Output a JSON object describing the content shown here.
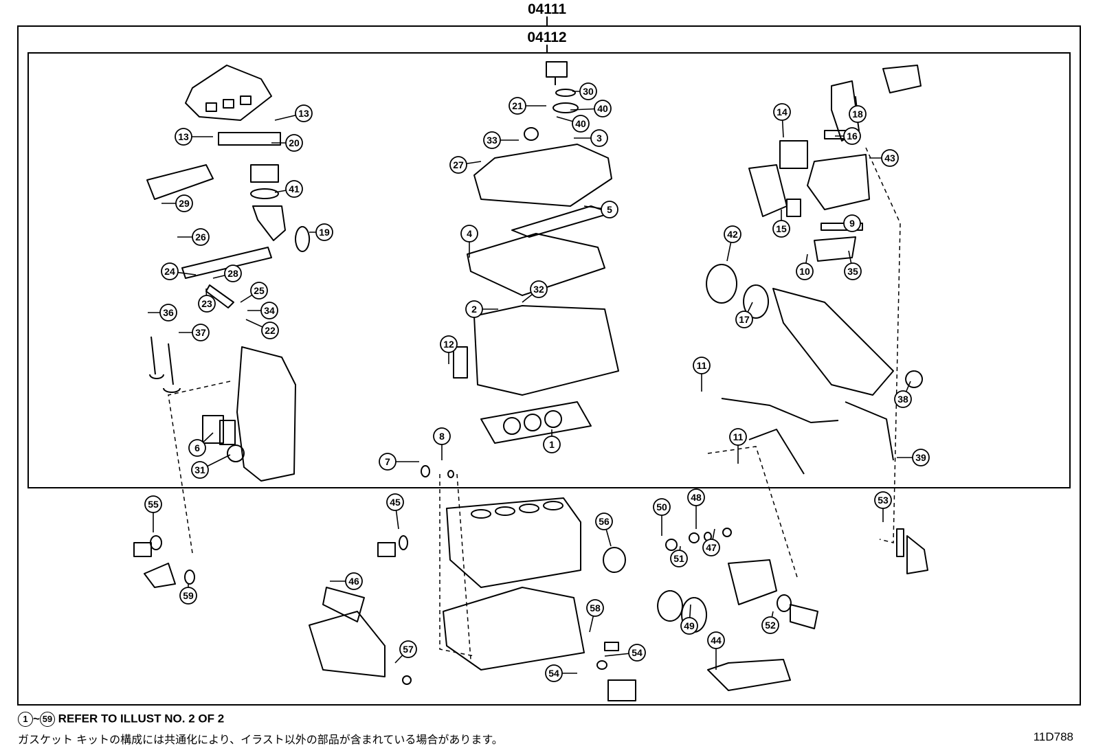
{
  "diagram": {
    "outer_code": "04111",
    "inner_code": "04112",
    "illustration_id": "11D788",
    "footer_ref_start": "1",
    "footer_ref_end": "59",
    "footer_ref_separator": "~",
    "footer_ref_text": "REFER TO ILLUST NO. 2 OF 2",
    "footer_note_jp": "ガスケット キットの構成には共通化により、イラスト以外の部品が含まれている場合があります。",
    "callouts": [
      {
        "num": "13"
      },
      {
        "num": "13"
      },
      {
        "num": "20"
      },
      {
        "num": "41"
      },
      {
        "num": "29"
      },
      {
        "num": "19"
      },
      {
        "num": "26"
      },
      {
        "num": "24"
      },
      {
        "num": "28"
      },
      {
        "num": "23"
      },
      {
        "num": "25"
      },
      {
        "num": "34"
      },
      {
        "num": "22"
      },
      {
        "num": "36"
      },
      {
        "num": "37"
      },
      {
        "num": "6"
      },
      {
        "num": "31"
      },
      {
        "num": "30"
      },
      {
        "num": "21"
      },
      {
        "num": "40"
      },
      {
        "num": "40"
      },
      {
        "num": "33"
      },
      {
        "num": "3"
      },
      {
        "num": "27"
      },
      {
        "num": "5"
      },
      {
        "num": "4"
      },
      {
        "num": "32"
      },
      {
        "num": "2"
      },
      {
        "num": "12"
      },
      {
        "num": "1"
      },
      {
        "num": "8"
      },
      {
        "num": "7"
      },
      {
        "num": "18"
      },
      {
        "num": "14"
      },
      {
        "num": "16"
      },
      {
        "num": "43"
      },
      {
        "num": "15"
      },
      {
        "num": "9"
      },
      {
        "num": "42"
      },
      {
        "num": "10"
      },
      {
        "num": "35"
      },
      {
        "num": "17"
      },
      {
        "num": "11"
      },
      {
        "num": "38"
      },
      {
        "num": "11"
      },
      {
        "num": "39"
      },
      {
        "num": "55"
      },
      {
        "num": "59"
      },
      {
        "num": "45"
      },
      {
        "num": "46"
      },
      {
        "num": "57"
      },
      {
        "num": "56"
      },
      {
        "num": "58"
      },
      {
        "num": "54"
      },
      {
        "num": "54"
      },
      {
        "num": "50"
      },
      {
        "num": "48"
      },
      {
        "num": "51"
      },
      {
        "num": "47"
      },
      {
        "num": "49"
      },
      {
        "num": "52"
      },
      {
        "num": "44"
      },
      {
        "num": "53"
      }
    ]
  }
}
